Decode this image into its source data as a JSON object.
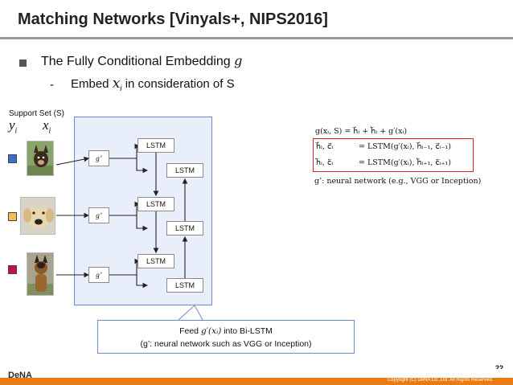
{
  "slide": {
    "title": "Matching Networks [Vinyals+, NIPS2016]",
    "bullet1_text": "The Fully Conditional Embedding ",
    "bullet1_var": "g",
    "bullet2_dash": "-",
    "bullet2_pre": "Embed ",
    "bullet2_var": "x",
    "bullet2_sub": "i",
    "bullet2_post": " in consideration of S",
    "support_label": "Support Set (S)",
    "col_y": "y",
    "col_x": "x",
    "col_sub": "i",
    "lstm_label": "LSTM",
    "gprime_label": "g’",
    "eq_g": "g(xᵢ, S) = h⃗ᵢ + h⃖ᵢ + g′(xᵢ)",
    "eq_fwd_lhs": "h⃗ᵢ, c⃗ᵢ",
    "eq_fwd_rhs": "=  LSTM(g′(xᵢ), h⃗ᵢ₋₁, c⃗ᵢ₋₁)",
    "eq_bwd_lhs": "h⃖ᵢ, c⃖ᵢ",
    "eq_bwd_rhs": "=  LSTM(g′(xᵢ), h⃖ᵢ₊₁, c⃖ᵢ₊₁)",
    "eq_note": "g’: neural network (e.g., VGG or Inception)",
    "callout_line1_pre": "Feed ",
    "callout_line1_math": "g′(xᵢ)",
    "callout_line1_post": "  into Bi-LSTM",
    "callout_line2": "(g’: neural network such as VGG or Inception)",
    "page_number": "22",
    "logo": "DeNA",
    "copyright": "Copyright (C) DeNA Co.,Ltd. All Rights Reserved."
  },
  "colors": {
    "label1": "#3a6fd0",
    "label2": "#f2c04e",
    "label3": "#c0124a",
    "panel_bg": "#e9eefb",
    "panel_border": "#6b8ad3",
    "accent": "#e87b12"
  },
  "images": [
    "dog-chihuahua-image",
    "dog-labrador-image",
    "dog-shepherd-image"
  ]
}
